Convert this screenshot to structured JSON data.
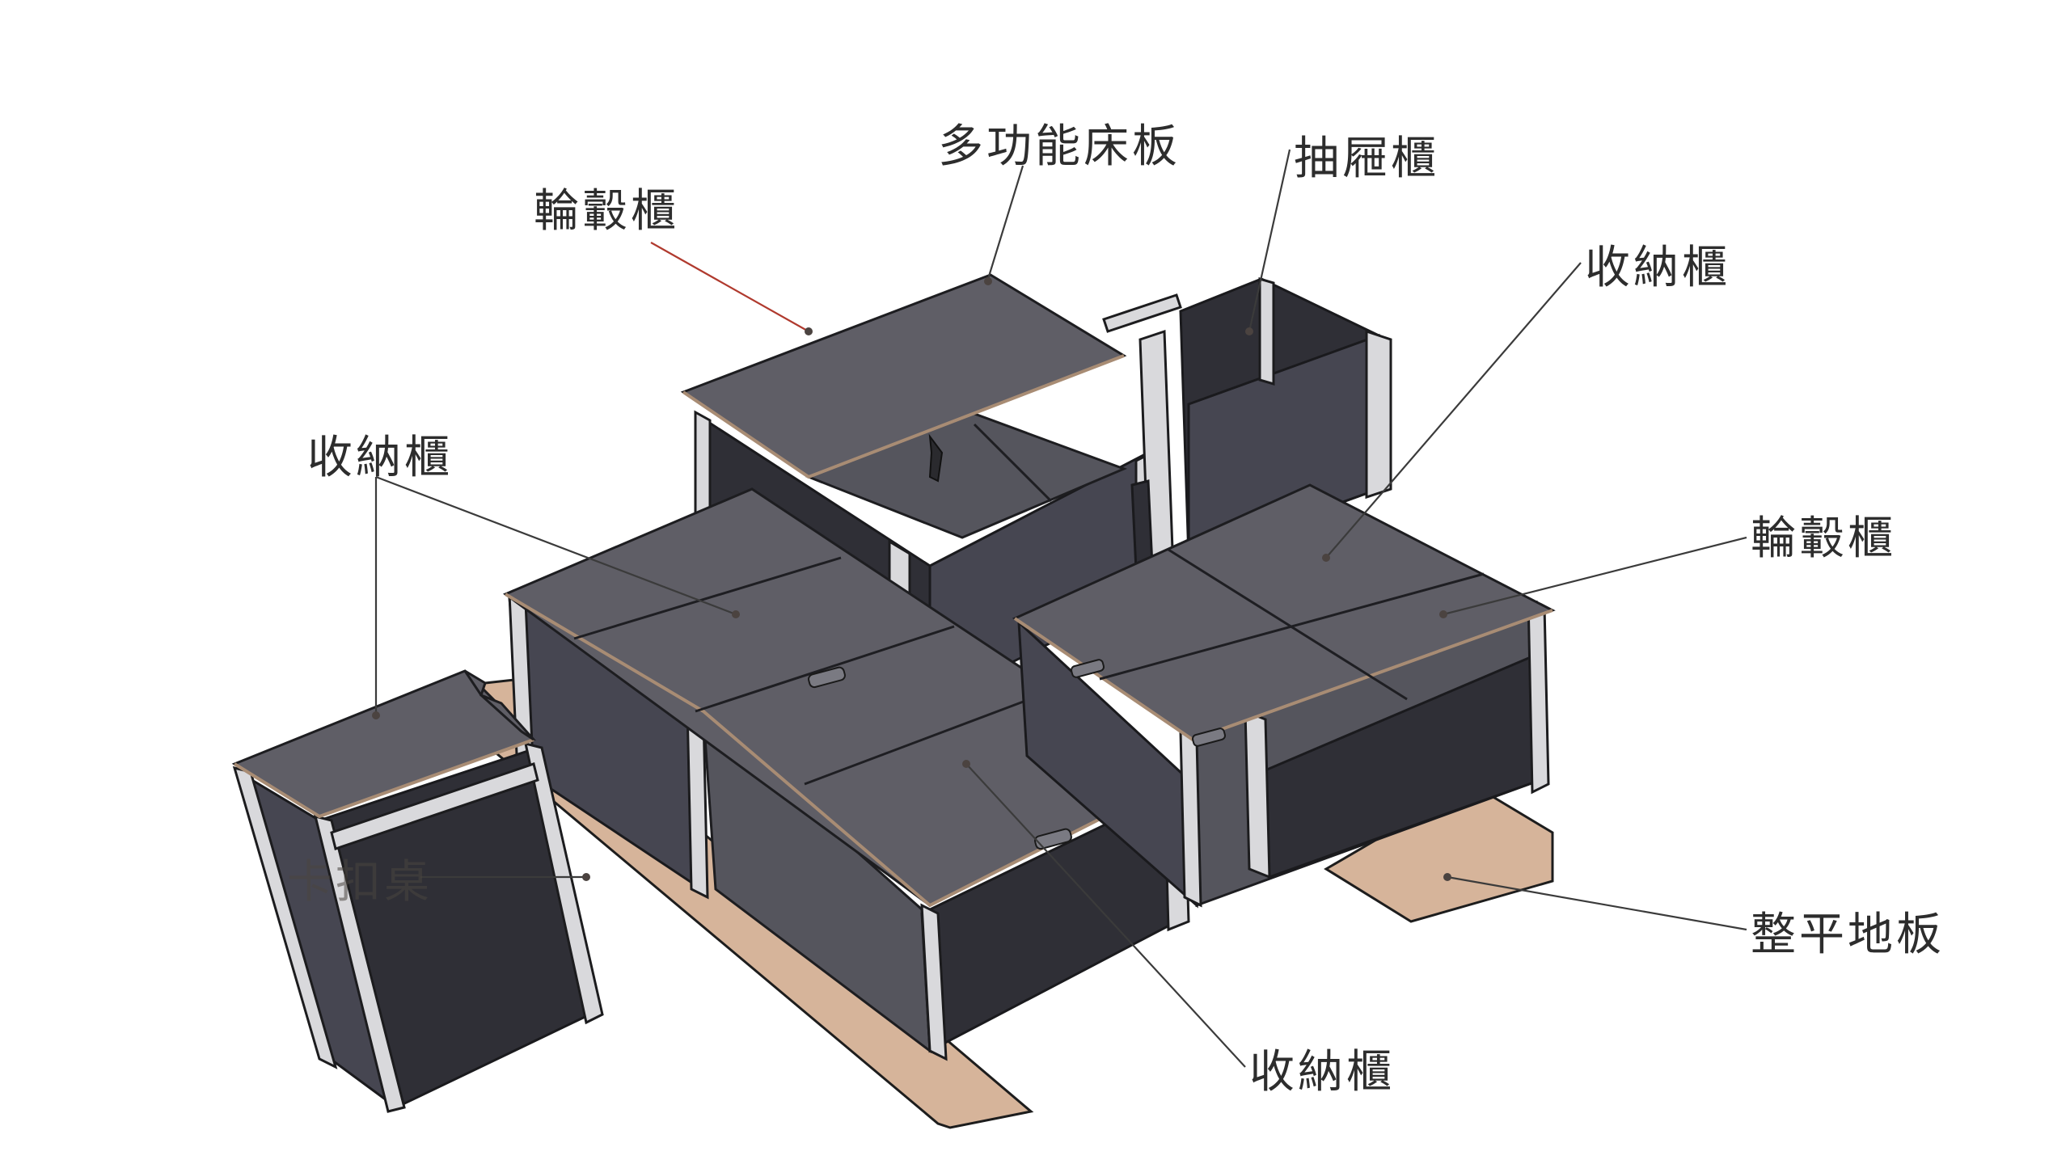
{
  "labels": {
    "multi_bed_board": "多功能床板",
    "drawer_cabinet": "抽屜櫃",
    "wheel_cabinet_top_left": "輪轂櫃",
    "storage_cabinet_top_right": "收納櫃",
    "storage_cabinet_left": "收納櫃",
    "wheel_cabinet_right": "輪轂櫃",
    "clip_table": "卡扣桌",
    "leveling_floor": "整平地板",
    "storage_cabinet_bottom": "收納櫃"
  },
  "colors": {
    "panel": "#55555d",
    "panel_top": "#5f5e66",
    "panel_dark": "#2f2f36",
    "frame": "#d9d9dc",
    "floor_board": "#d6b49a",
    "edge_trim": "#a88c74",
    "label_text": "#2d2d2d"
  }
}
